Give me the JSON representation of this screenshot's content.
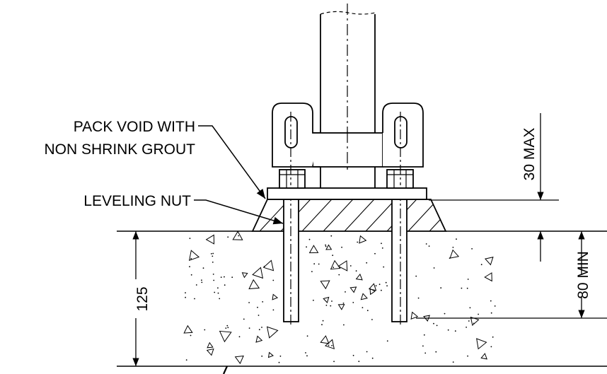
{
  "labels": {
    "pack_void_line1": "PACK VOID WITH",
    "pack_void_line2": "NON SHRINK GROUT",
    "leveling_nut": "LEVELING NUT"
  },
  "dimensions": {
    "max_gap": "30 MAX",
    "min_embed": "80 MIN",
    "slab_depth": "125"
  },
  "colors": {
    "ink": "#000000",
    "background": "#ffffff"
  }
}
